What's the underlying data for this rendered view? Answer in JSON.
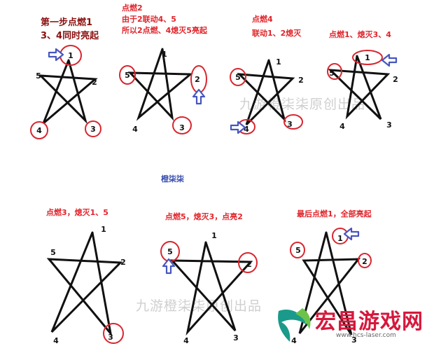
{
  "steps": [
    {
      "caption_lines": [
        "第一步点燃1",
        "3、4同时亮起"
      ],
      "labels": {
        "1": "1",
        "2": "2",
        "3": "3",
        "4": "4",
        "5": "5"
      }
    },
    {
      "caption_lines": [
        "点燃2",
        "由于2联动4、5",
        "所以2点燃、4熄灭5亮起"
      ],
      "labels": {
        "1": "1",
        "2": "2",
        "3": "3",
        "4": "4",
        "5": "5"
      }
    },
    {
      "caption_lines": [
        "点燃4",
        "联动1、2熄灭"
      ],
      "labels": {
        "1": "1",
        "2": "2",
        "3": "3",
        "4": "4",
        "5": "5"
      }
    },
    {
      "caption_lines": [
        "点燃1、熄灭3、4"
      ],
      "labels": {
        "1": "1",
        "2": "2",
        "3": "3",
        "4": "4",
        "5": "5"
      }
    },
    {
      "caption_lines": [
        "点燃3，熄灭1、5"
      ],
      "labels": {
        "1": "1",
        "2": "2",
        "3": "3",
        "4": "4",
        "5": "5"
      }
    },
    {
      "caption_lines": [
        "点燃5，熄灭3，点亮2"
      ],
      "labels": {
        "1": "1",
        "2": "2",
        "3": "3",
        "4": "4",
        "5": "5"
      }
    },
    {
      "caption_lines": [
        "最后点燃1，全部亮起"
      ],
      "labels": {
        "1": "1",
        "2": "2",
        "3": "3",
        "4": "4",
        "5": "5"
      }
    }
  ],
  "middle_label": "橙柒柒",
  "watermark_text": "九游橙柒柒原创出品",
  "site_logo": {
    "name": "宏昌游戏网",
    "url": "www.hcs-laser.com"
  },
  "colors": {
    "caption_red": "#e0252b",
    "caption_dark_red": "#8b1010",
    "middle_label_blue": "#3a4fb0",
    "circle_red": "#d8262f",
    "arrow_blue": "#4656c0",
    "star_black": "#111111"
  }
}
